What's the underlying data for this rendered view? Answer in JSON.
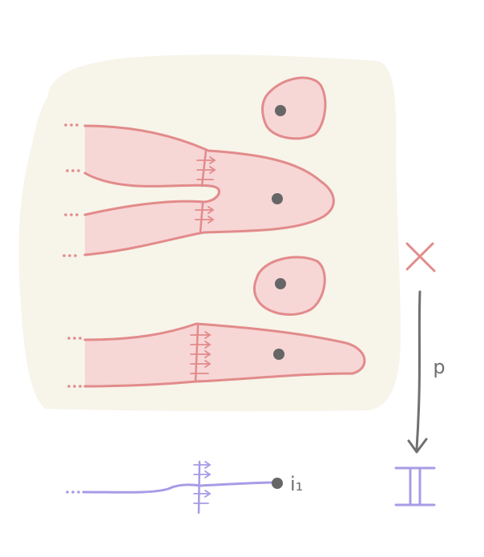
{
  "labels": {
    "space": "X",
    "map": "p",
    "base": "𝕀",
    "point": "i₁"
  },
  "colors": {
    "background": "#ffffff",
    "paper": "#f7f4ea",
    "fill": "#f7d6d6",
    "stroke": "#e28b8b",
    "map_arrow": "#707070",
    "base_line": "#a99be6",
    "point": "#666666"
  }
}
